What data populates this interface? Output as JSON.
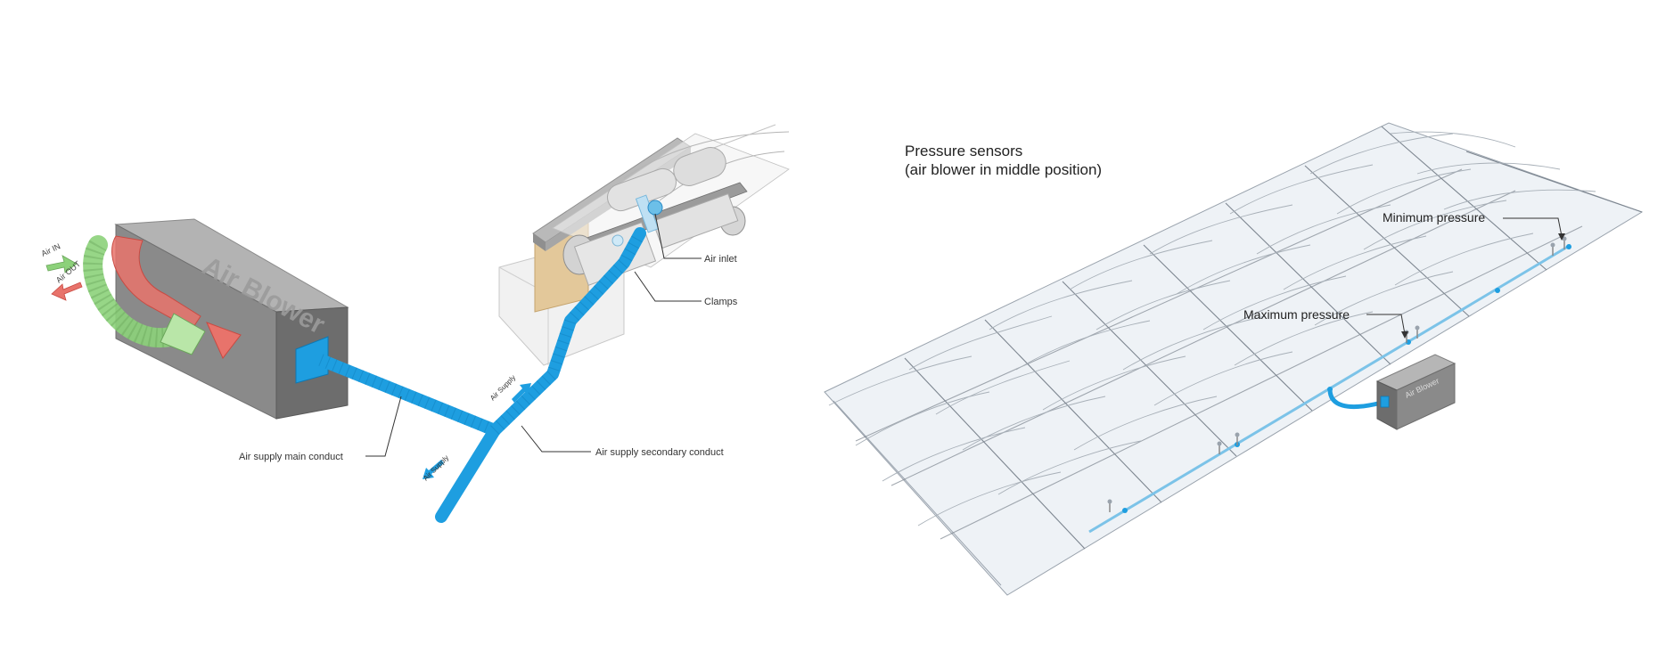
{
  "left_diagram": {
    "box_label": "Air Blower",
    "arrow_in": "Air IN",
    "arrow_out": "Air OUT",
    "duct_label_upper": "Air Supply",
    "duct_label_lower": "Air Supply",
    "callouts": {
      "air_inlet": "Air inlet",
      "clamps": "Clamps",
      "main_conduct": "Air supply main conduct",
      "secondary_conduct": "Air supply secondary conduct"
    }
  },
  "right_diagram": {
    "title_line1": "Pressure sensors",
    "title_line2": "(air blower in middle position)",
    "minimum_pressure": "Minimum pressure",
    "maximum_pressure": "Maximum pressure",
    "blower_label": "Air Blower"
  },
  "colors": {
    "duct_blue": "#1e9ee0",
    "blower_grey": "#8a8a8a",
    "air_in_green": "#8cd17a",
    "air_out_red": "#e8736b",
    "wood": "#e3c89a",
    "sensor_line": "#7cc3e8"
  }
}
